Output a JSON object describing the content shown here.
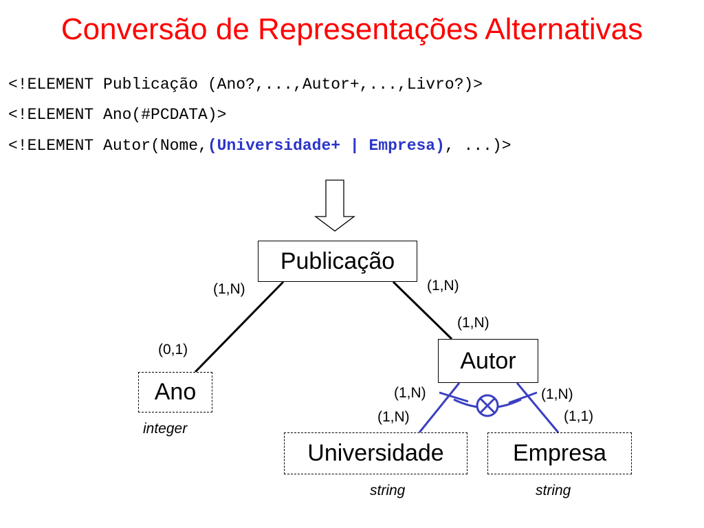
{
  "title": "Conversão de Representações Alternativas",
  "dtd": {
    "line1": "<!ELEMENT Publicação (Ano?,...,Autor+,...,Livro?)>",
    "line2": "<!ELEMENT Ano(#PCDATA)>",
    "line3_prefix": "<!ELEMENT Autor(Nome,",
    "line3_highlight": "(Universidade+ | Empresa)",
    "line3_suffix": ", ...)>"
  },
  "nodes": {
    "publicacao": "Publicação",
    "ano": "Ano",
    "autor": "Autor",
    "universidade": "Universidade",
    "empresa": "Empresa"
  },
  "types": {
    "ano": "integer",
    "universidade": "string",
    "empresa": "string"
  },
  "cardinalities": {
    "pub_ano_top": "(1,N)",
    "pub_ano_bottom": "(0,1)",
    "pub_autor_top": "(1,N)",
    "pub_autor_bottom": "(1,N)",
    "autor_univ_top": "(1,N)",
    "autor_univ_bottom": "(1,N)",
    "autor_emp_top": "(1,N)",
    "autor_emp_bottom": "(1,1)"
  },
  "colors": {
    "title": "#ff0000",
    "highlight": "#2b35c9",
    "alternative_lines": "#3a3fc0"
  },
  "icons": {
    "arrow": "down-arrow-icon",
    "exclusive_or": "xor-circle-icon"
  }
}
